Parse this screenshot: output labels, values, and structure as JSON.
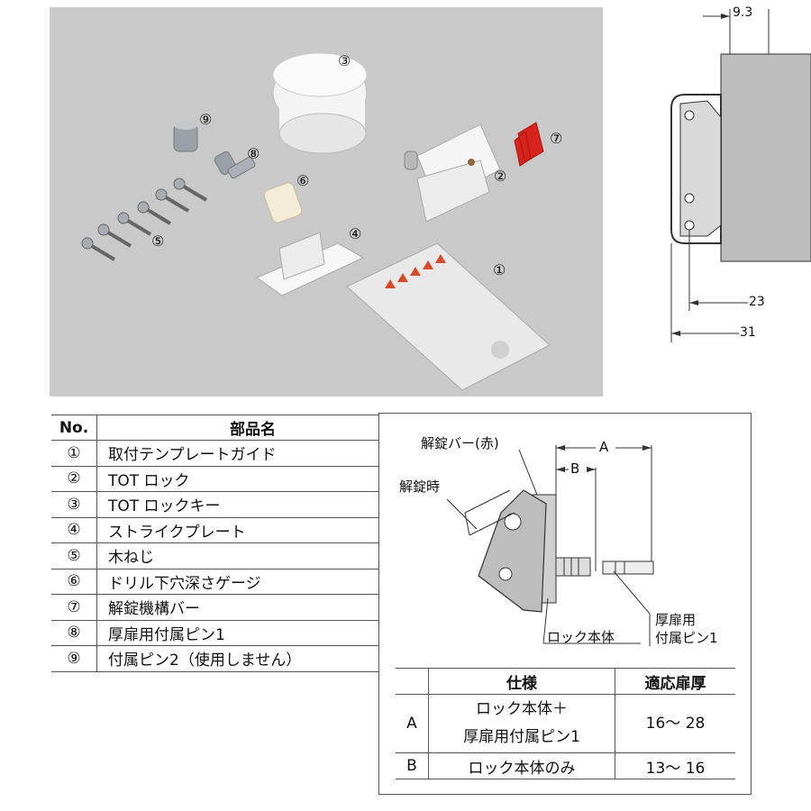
{
  "photo_labels": {
    "n1": "①",
    "n2": "②",
    "n3": "③",
    "n4": "④",
    "n5": "⑤",
    "n6": "⑥",
    "n7": "⑦",
    "n8": "⑧",
    "n9": "⑨"
  },
  "top_diagram": {
    "dim_top": "9.3",
    "dim_mid": "23",
    "dim_bottom": "31"
  },
  "parts_table": {
    "header_no": "No.",
    "header_name": "部品名",
    "rows": [
      {
        "no": "①",
        "name": "取付テンプレートガイド"
      },
      {
        "no": "②",
        "name": "TOT ロック"
      },
      {
        "no": "③",
        "name": "TOT ロックキー"
      },
      {
        "no": "④",
        "name": "ストライクプレート"
      },
      {
        "no": "⑤",
        "name": "木ねじ"
      },
      {
        "no": "⑥",
        "name": "ドリル下穴深さゲージ"
      },
      {
        "no": "⑦",
        "name": "解錠機構バー"
      },
      {
        "no": "⑧",
        "name": "厚扉用付属ピン1"
      },
      {
        "no": "⑨",
        "name": "付属ピン2（使用しません）"
      }
    ]
  },
  "spec_diagram": {
    "label_bar": "解錠バー(赤)",
    "label_unlock": "解錠時",
    "label_a": "A",
    "label_b": "B",
    "label_body": "ロック本体",
    "label_pin_1": "厚扉用",
    "label_pin_2": "付属ピン1"
  },
  "spec_table": {
    "header_spec": "仕様",
    "header_range": "適応扉厚",
    "row_a": {
      "key": "A",
      "spec_line1": "ロック本体＋",
      "spec_line2": "厚扉用付属ピン1",
      "range": "16〜 28"
    },
    "row_b": {
      "key": "B",
      "spec": "ロック本体のみ",
      "range": "13〜 16"
    }
  },
  "colors": {
    "photo_bg": "#c9c9c9",
    "unlock_bar": "#d8231d",
    "line": "#555555"
  }
}
